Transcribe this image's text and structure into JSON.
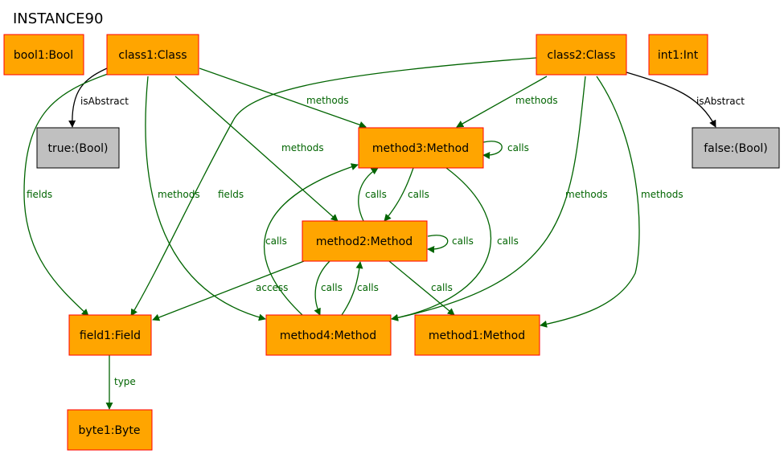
{
  "title": "INSTANCE90",
  "colors": {
    "object_fill": "#ffa500",
    "object_border": "#ff0000",
    "value_fill": "#c0c0c0",
    "value_border": "#000000",
    "edge_green": "#006400",
    "edge_black": "#000000"
  },
  "nodes": {
    "bool1": "bool1:Bool",
    "class1": "class1:Class",
    "class2": "class2:Class",
    "int1": "int1:Int",
    "true": "true:(Bool)",
    "false": "false:(Bool)",
    "method3": "method3:Method",
    "method2": "method2:Method",
    "field1": "field1:Field",
    "method4": "method4:Method",
    "method1": "method1:Method",
    "byte1": "byte1:Byte"
  },
  "edges": {
    "class1_isabstract": "isAbstract",
    "class2_isabstract": "isAbstract",
    "class1_methods_m3": "methods",
    "class1_methods_m2": "methods",
    "class1_methods_m4": "methods",
    "class1_fields": "fields",
    "class2_methods_m3": "methods",
    "class2_methods_m4": "methods",
    "class2_methods_m1": "methods",
    "class2_fields": "fields",
    "m3_self": "calls",
    "m3_m2": "calls",
    "m2_m3": "calls",
    "m3_m4": "calls",
    "m4_m3": "calls",
    "m2_self": "calls",
    "m2_m4": "calls",
    "m4_m2": "calls",
    "m2_m1": "calls",
    "m2_access": "access",
    "field1_type": "type"
  }
}
